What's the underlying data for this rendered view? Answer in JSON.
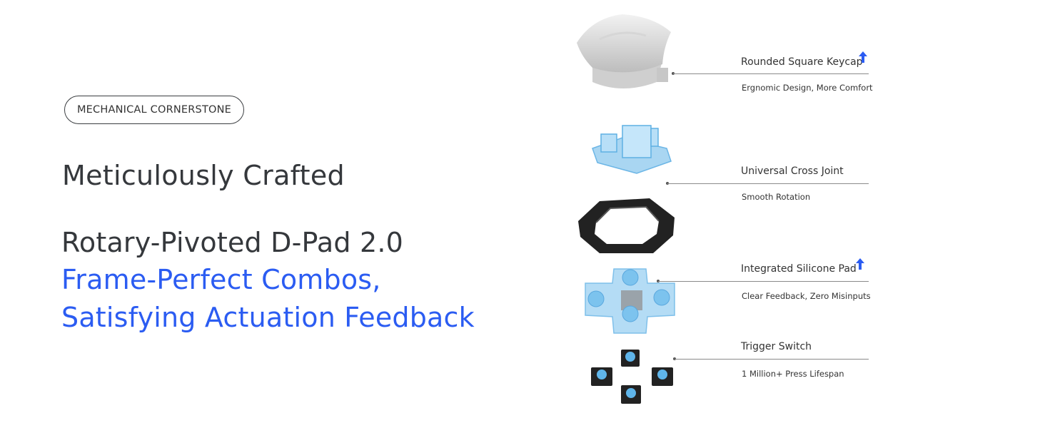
{
  "badge": "MECHANICAL CORNERSTONE",
  "heading": "Meticulously Crafted",
  "subheading": {
    "line1": "Rotary-Pivoted D-Pad 2.0",
    "line2": "Frame-Perfect Combos,",
    "line3": "Satisfying Actuation Feedback"
  },
  "colors": {
    "accent": "#2b5cf2",
    "text": "#35383c"
  },
  "components": [
    {
      "title": "Rounded Square Keycap",
      "subtitle": "Ergnomic Design, More Comfort",
      "icon": "upgrade-arrow-icon"
    },
    {
      "title": "Universal Cross Joint",
      "subtitle": "Smooth Rotation"
    },
    {
      "title": "Integrated Silicone Pad",
      "subtitle": "Clear Feedback, Zero Misinputs",
      "icon": "upgrade-arrow-icon"
    },
    {
      "title": "Trigger Switch",
      "subtitle": "1 Million+ Press Lifespan"
    }
  ]
}
